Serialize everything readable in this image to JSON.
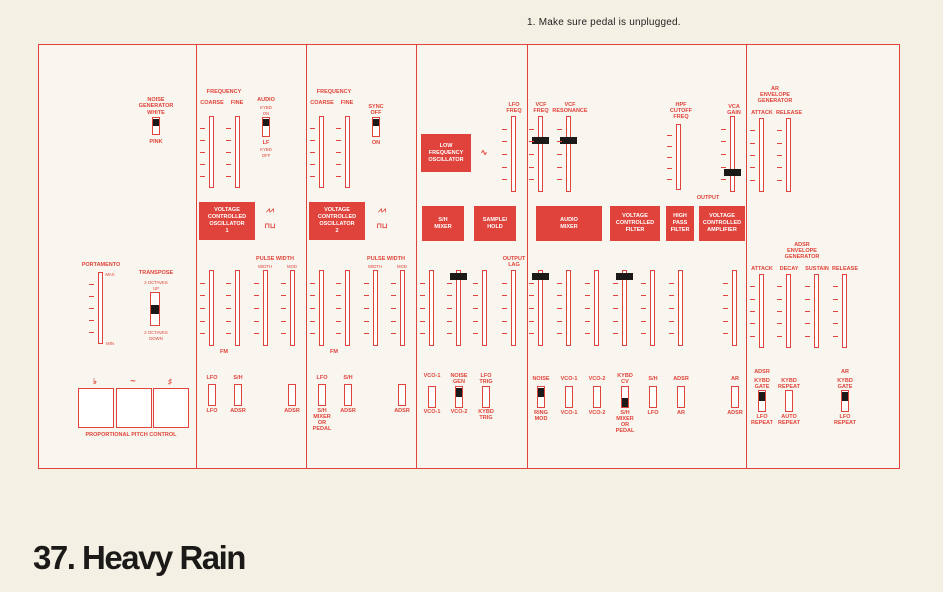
{
  "note": "1. Make sure pedal is unplugged.",
  "title": "37. Heavy Rain",
  "colors": {
    "panel_red": "#e0433b",
    "paper": "#f4f1e4",
    "knob": "#1b1a18"
  },
  "labels": {
    "noise_generator": "NOISE\nGENERATOR",
    "white": "WHITE",
    "pink": "PINK",
    "portamento": "PORTAMENTO",
    "max": "MAX",
    "min": "MIN",
    "transpose": "TRANSPOSE",
    "octaves_up": "2 OCTAVES\nUP",
    "octaves_down": "2 OCTAVES\nDOWN",
    "ppc": "PROPORTIONAL PITCH CONTROL",
    "frequency": "FREQUENCY",
    "coarse": "COARSE",
    "fine": "FINE",
    "audio": "AUDIO",
    "kybd_on": "KYBD\nON",
    "lf": "LF",
    "kybd_off": "KYBD\nOFF",
    "sync_off": "SYNC\nOFF",
    "on": "ON",
    "pulse_width": "PULSE WIDTH",
    "width": "WIDTH",
    "mod": "MOD",
    "fm": "FM",
    "lfo": "LFO",
    "sh": "S/H",
    "adsr": "ADSR",
    "sh_mixer_pedal": "S/H\nMIXER\nOR\nPEDAL",
    "lfo_freq": "LFO\nFREQ",
    "vco1": "VCO-1",
    "vco2": "VCO-2",
    "noise_gen": "NOISE\nGEN",
    "lfo_trig": "LFO\nTRIG",
    "kybd_trig": "KYBD\nTRIG",
    "output_lag": "OUTPUT\nLAG",
    "vcf_freq": "VCF\nFREQ",
    "vcf_resonance": "VCF\nRESONANCE",
    "hpf_cutoff": "HPF\nCUTOFF\nFREQ",
    "vca_gain": "VCA\nGAIN",
    "output": "OUTPUT",
    "noise": "NOISE",
    "ring_mod": "RING\nMOD",
    "kybd_cv": "KYBD\nCV",
    "ar": "AR",
    "ar_env": "AR\nENVELOPE\nGENERATOR",
    "attack": "ATTACK",
    "release": "RELEASE",
    "adsr_env": "ADSR\nENVELOPE\nGENERATOR",
    "decay": "DECAY",
    "sustain": "SUSTAIN",
    "kybd_gate": "KYBD\nGATE",
    "kybd_repeat": "KYBD\nREPEAT",
    "lfo_repeat": "LFO\nREPEAT",
    "auto_repeat": "AUTO\nREPEAT"
  },
  "blocks": {
    "vco1": "VOLTAGE\nCONTROLLED\nOSCILLATOR\n1",
    "vco2": "VOLTAGE\nCONTROLLED\nOSCILLATOR\n2",
    "lfo": "LOW\nFREQUENCY\nOSCILLATOR",
    "sh_mixer": "S/H\nMIXER",
    "sample_hold": "SAMPLE/\nHOLD",
    "audio_mixer": "AUDIO\nMIXER",
    "vcf": "VOLTAGE\nCONTROLLED\nFILTER",
    "hpf": "HIGH\nPASS\nFILTER",
    "vca": "VOLTAGE\nCONTROLLED\nAMPLIFIER"
  },
  "pitch_pad_symbols": [
    "♭",
    "~",
    "♯"
  ]
}
